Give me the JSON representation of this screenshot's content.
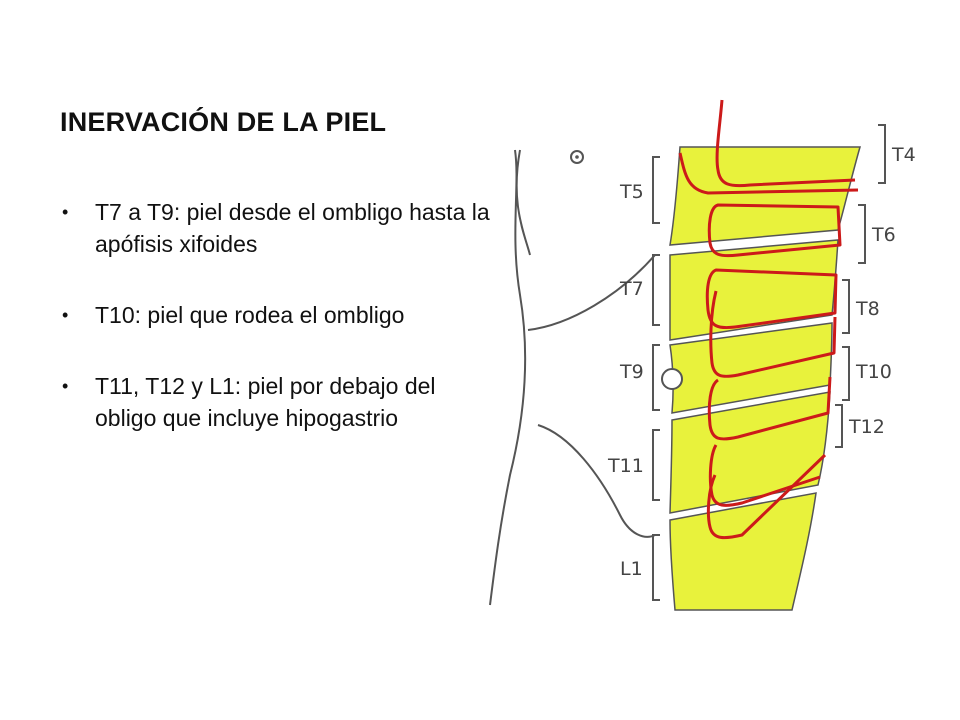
{
  "slide": {
    "title": "INERVACIÓN DE LA PIEL",
    "bullet_marker": "•",
    "bullets": [
      "T7 a T9: piel desde el ombligo hasta la apófisis xifoides",
      "T10: piel que rodea el ombligo",
      "T11, T12 y L1: piel por debajo del obligo que incluye hipogastrio"
    ]
  },
  "diagram": {
    "colors": {
      "skin_band": "#e8f23c",
      "nerve": "#cc1a1a",
      "outline": "#555555"
    },
    "labels": {
      "t4": "T4",
      "t5": "T5",
      "t6": "T6",
      "t7": "T7",
      "t8": "T8",
      "t9": "T9",
      "t10": "T10",
      "t11": "T11",
      "t12": "T12",
      "l1": "L1"
    }
  }
}
